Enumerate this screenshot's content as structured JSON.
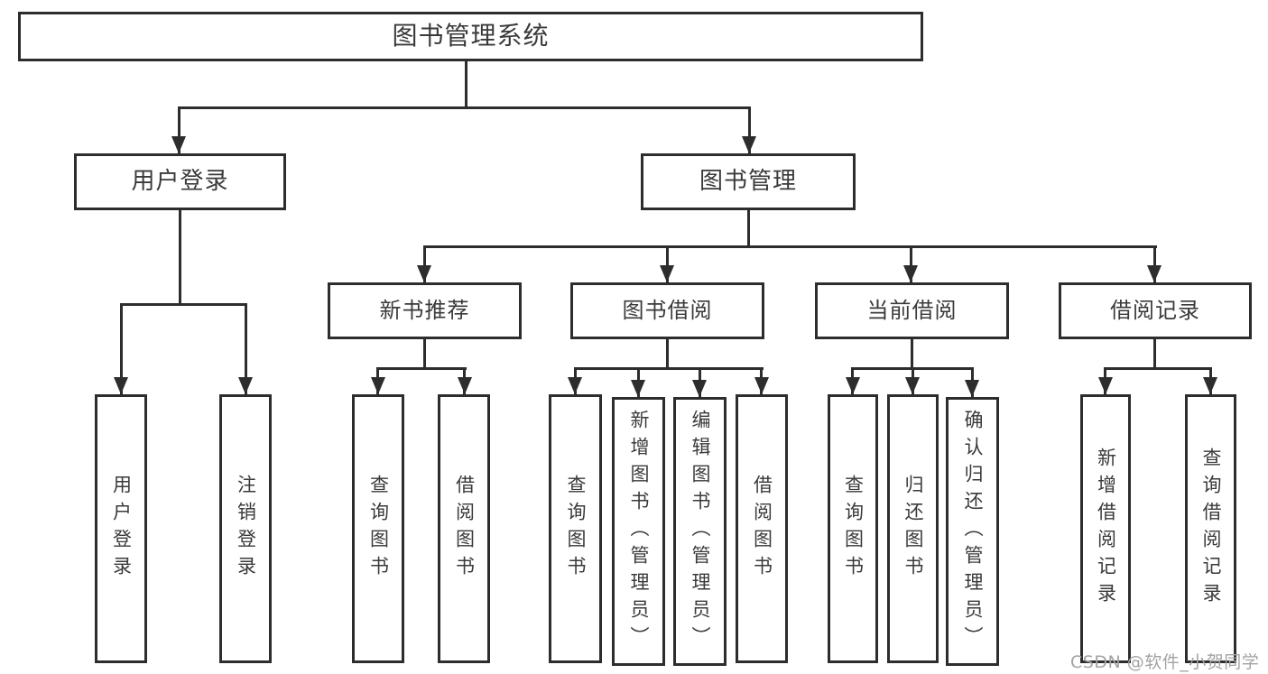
{
  "title": "图书管理系统",
  "watermark": "CSDN @软件_小贺同学",
  "colors": {
    "line": "#2d2d2d",
    "box_border": "#2d2d2d",
    "text": "#3a3a3a",
    "watermark": "#a3a3a3",
    "background": "#ffffff"
  },
  "nodes": {
    "root": {
      "label": "图书管理系统"
    },
    "user_login": {
      "label": "用户登录"
    },
    "book_mgmt": {
      "label": "图书管理"
    },
    "new_book_rec": {
      "label": "新书推荐"
    },
    "book_borrow": {
      "label": "图书借阅"
    },
    "current_borrow": {
      "label": "当前借阅"
    },
    "borrow_record": {
      "label": "借阅记录"
    },
    "leaf_user_login": {
      "label": "用户登录"
    },
    "leaf_logout": {
      "label": "注销登录"
    },
    "leaf_query_book_1": {
      "label": "查询图书"
    },
    "leaf_borrow_book_1": {
      "label": "借阅图书"
    },
    "leaf_query_book_2": {
      "label": "查询图书"
    },
    "leaf_add_book": {
      "label": "新增图书（管理员）"
    },
    "leaf_edit_book": {
      "label": "编辑图书（管理员）"
    },
    "leaf_borrow_book_2": {
      "label": "借阅图书"
    },
    "leaf_query_book_3": {
      "label": "查询图书"
    },
    "leaf_return_book": {
      "label": "归还图书"
    },
    "leaf_confirm_return": {
      "label": "确认归还（管理员）"
    },
    "leaf_add_record": {
      "label": "新增借阅记录"
    },
    "leaf_query_record": {
      "label": "查询借阅记录"
    }
  },
  "hierarchy": {
    "图书管理系统": {
      "用户登录": [
        "用户登录",
        "注销登录"
      ],
      "图书管理": {
        "新书推荐": [
          "查询图书",
          "借阅图书"
        ],
        "图书借阅": [
          "查询图书",
          "新增图书（管理员）",
          "编辑图书（管理员）",
          "借阅图书"
        ],
        "当前借阅": [
          "查询图书",
          "归还图书",
          "确认归还（管理员）"
        ],
        "借阅记录": [
          "新增借阅记录",
          "查询借阅记录"
        ]
      }
    }
  }
}
